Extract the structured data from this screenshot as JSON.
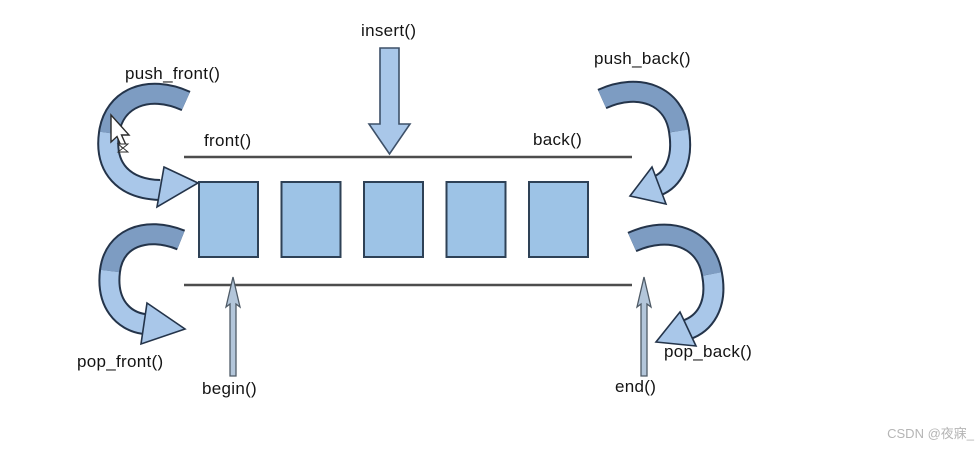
{
  "watermark": {
    "text": "CSDN @夜寐_"
  },
  "diagram": {
    "labels": {
      "insert": "insert()",
      "push_front": "push_front()",
      "push_back": "push_back()",
      "front": "front()",
      "back": "back()",
      "pop_front": "pop_front()",
      "pop_back": "pop_back()",
      "begin": "begin()",
      "end": "end()"
    },
    "box_count": 5,
    "colors": {
      "box_fill": "#9dc3e6",
      "box_border": "#2e4156",
      "arrow_dark": "#7d9cc2",
      "arrow_light": "#a9c7e9",
      "arrow_outline": "#24344a",
      "straight_arrow_fill": "#a9c7e9",
      "straight_arrow_outline": "#3d5068",
      "iterator_arrow_fill": "#b3c6da",
      "iterator_arrow_outline": "#4e5a66",
      "rail_line": "#4d4d4d",
      "label_text": "#141414",
      "watermark_text": "#b5b5b5"
    }
  }
}
